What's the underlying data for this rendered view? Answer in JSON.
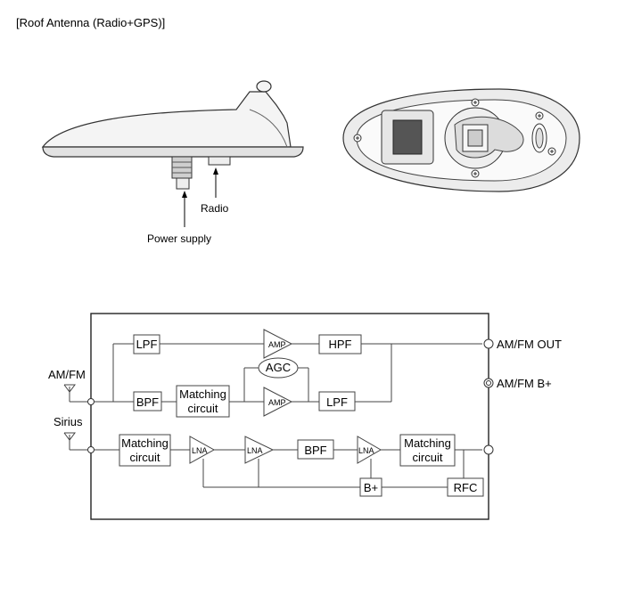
{
  "title": "[Roof Antenna (Radio+GPS)]",
  "illustration": {
    "side_view_labels": {
      "radio": "Radio",
      "power_supply": "Power supply"
    }
  },
  "circuit": {
    "inputs": {
      "amfm": "AM/FM",
      "sirius": "Sirius"
    },
    "outputs": {
      "amfm_out": "AM/FM OUT",
      "amfm_bplus": "AM/FM B+"
    },
    "blocks": {
      "lpf_top": "LPF",
      "amp_top": "AMP",
      "hpf": "HPF",
      "agc": "AGC",
      "bpf_left": "BPF",
      "matching_top_line1": "Matching",
      "matching_top_line2": "circuit",
      "amp_bottom": "AMP",
      "lpf_bottom": "LPF",
      "matching_sirius_line1": "Matching",
      "matching_sirius_line2": "circuit",
      "lna1": "LNA",
      "lna2": "LNA",
      "bpf_sirius": "BPF",
      "lna3": "LNA",
      "matching_right_line1": "Matching",
      "matching_right_line2": "circuit",
      "bplus": "B+",
      "rfc": "RFC"
    }
  },
  "colors": {
    "line": "#444444",
    "fill_light": "#f2f2f2",
    "fill_mid": "#d9d9d9",
    "fill_dark": "#555555"
  }
}
